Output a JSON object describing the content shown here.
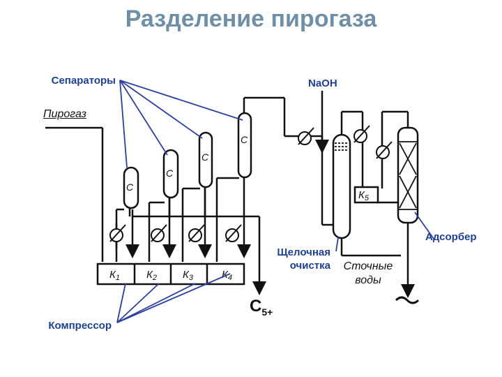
{
  "title": "Разделение пирогаза",
  "labels": {
    "separators": "Сепараторы",
    "naoh": "NaOH",
    "pyrogas": "Пирогаз",
    "adsorber": "Адсорбер",
    "alkaline_cleaning": "Щелочная очистка",
    "waste_water": "Сточные воды",
    "compressor": "Компрессор",
    "c5_base": "С",
    "c5_sub": "5+"
  },
  "separators": [
    "С",
    "С",
    "С",
    "С"
  ],
  "compressors": [
    {
      "letter": "К",
      "index": "1"
    },
    {
      "letter": "К",
      "index": "2"
    },
    {
      "letter": "К",
      "index": "3"
    },
    {
      "letter": "К",
      "index": "4"
    },
    {
      "letter": "К",
      "index": "5"
    }
  ],
  "colors": {
    "title": "#6f8fa6",
    "labels": "#1f3f8f",
    "pointer_lines": "#2b3f9e",
    "diagram": "#111111"
  }
}
